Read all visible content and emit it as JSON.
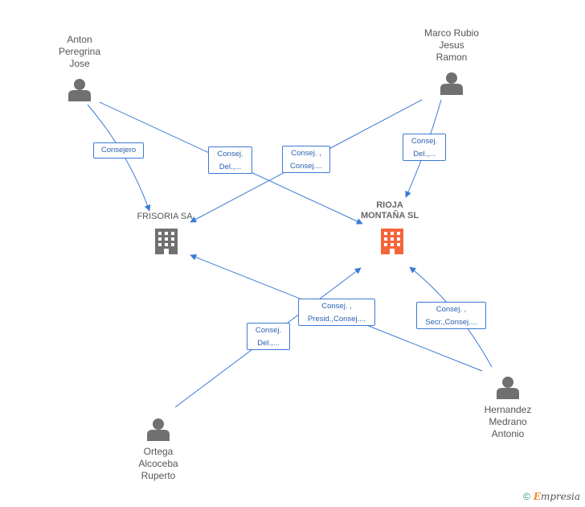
{
  "people": [
    {
      "id": "anton",
      "lines": [
        "Anton",
        "Peregrina",
        "Jose"
      ]
    },
    {
      "id": "marco",
      "lines": [
        "Marco Rubio",
        "Jesus",
        "Ramon"
      ]
    },
    {
      "id": "hernandez",
      "lines": [
        "Hernandez",
        "Medrano",
        "Antonio"
      ]
    },
    {
      "id": "ortega",
      "lines": [
        "Ortega",
        "Alcoceba",
        "Ruperto"
      ]
    }
  ],
  "companies": [
    {
      "id": "frisoria",
      "lines": [
        "FRISORIA SA"
      ],
      "color": "#707070"
    },
    {
      "id": "rioja",
      "lines": [
        "RIOJA",
        "MONTAÑA SL"
      ],
      "color": "#f4653a"
    }
  ],
  "edge_labels": [
    {
      "id": "anton-frisoria",
      "lines": [
        "Consejero"
      ]
    },
    {
      "id": "anton-rioja",
      "lines": [
        "Consej.",
        "Del.,..."
      ]
    },
    {
      "id": "marco-frisoria",
      "lines": [
        "Consej. ,",
        "Consej...."
      ]
    },
    {
      "id": "marco-rioja",
      "lines": [
        "Consej.",
        "Del.,..."
      ]
    },
    {
      "id": "hernandez-frisoria",
      "lines": [
        "Consej. ,",
        "Presid.,Consej...."
      ]
    },
    {
      "id": "ortega-rioja",
      "lines": [
        "Consej.",
        "Del.,..."
      ]
    },
    {
      "id": "hernandez-rioja",
      "lines": [
        "Consej. ,",
        "Secr.,Consej...."
      ]
    }
  ],
  "footer": {
    "copyright": "©",
    "brand_initial": "E",
    "brand_rest": "mpresia"
  },
  "colors": {
    "edge": "#3a7bd5",
    "person_icon": "#707070"
  }
}
